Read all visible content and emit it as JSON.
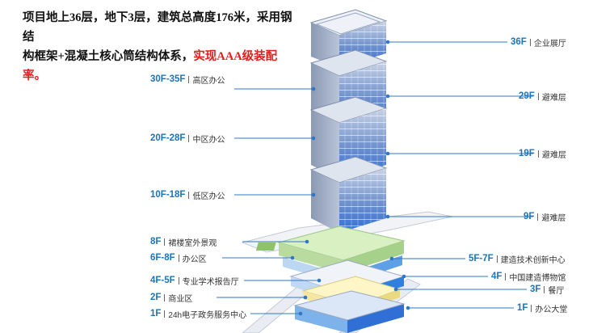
{
  "intro": {
    "line1": "项目地上36层，地下3层，建筑总高度176米，采用钢结",
    "line2a": "构框架+混凝土核心筒结构体系，",
    "line2b": "实现AAA级装配率。"
  },
  "colors": {
    "accent": "#1b75bb",
    "highlight": "#e0201c"
  },
  "left_labels": [
    {
      "floor": "30F-35F",
      "desc": "高区办公"
    },
    {
      "floor": "20F-28F",
      "desc": "中区办公"
    },
    {
      "floor": "10F-18F",
      "desc": "低区办公"
    },
    {
      "floor": "8F",
      "desc": "裙楼室外景观"
    },
    {
      "floor": "6F-8F",
      "desc": "办公区"
    },
    {
      "floor": "4F-5F",
      "desc": "专业学术报告厅"
    },
    {
      "floor": "2F",
      "desc": "商业区"
    },
    {
      "floor": "1F",
      "desc": "24h电子政务服务中心"
    }
  ],
  "right_labels": [
    {
      "floor": "36F",
      "desc": "企业展厅"
    },
    {
      "floor": "29F",
      "desc": "避难层"
    },
    {
      "floor": "19F",
      "desc": "避难层"
    },
    {
      "floor": "9F",
      "desc": "避难层"
    },
    {
      "floor": "5F-7F",
      "desc": "建造技术创新中心"
    },
    {
      "floor": "4F",
      "desc": "中国建造博物馆"
    },
    {
      "floor": "3F",
      "desc": "餐厅"
    },
    {
      "floor": "1F",
      "desc": "办公大堂"
    }
  ]
}
